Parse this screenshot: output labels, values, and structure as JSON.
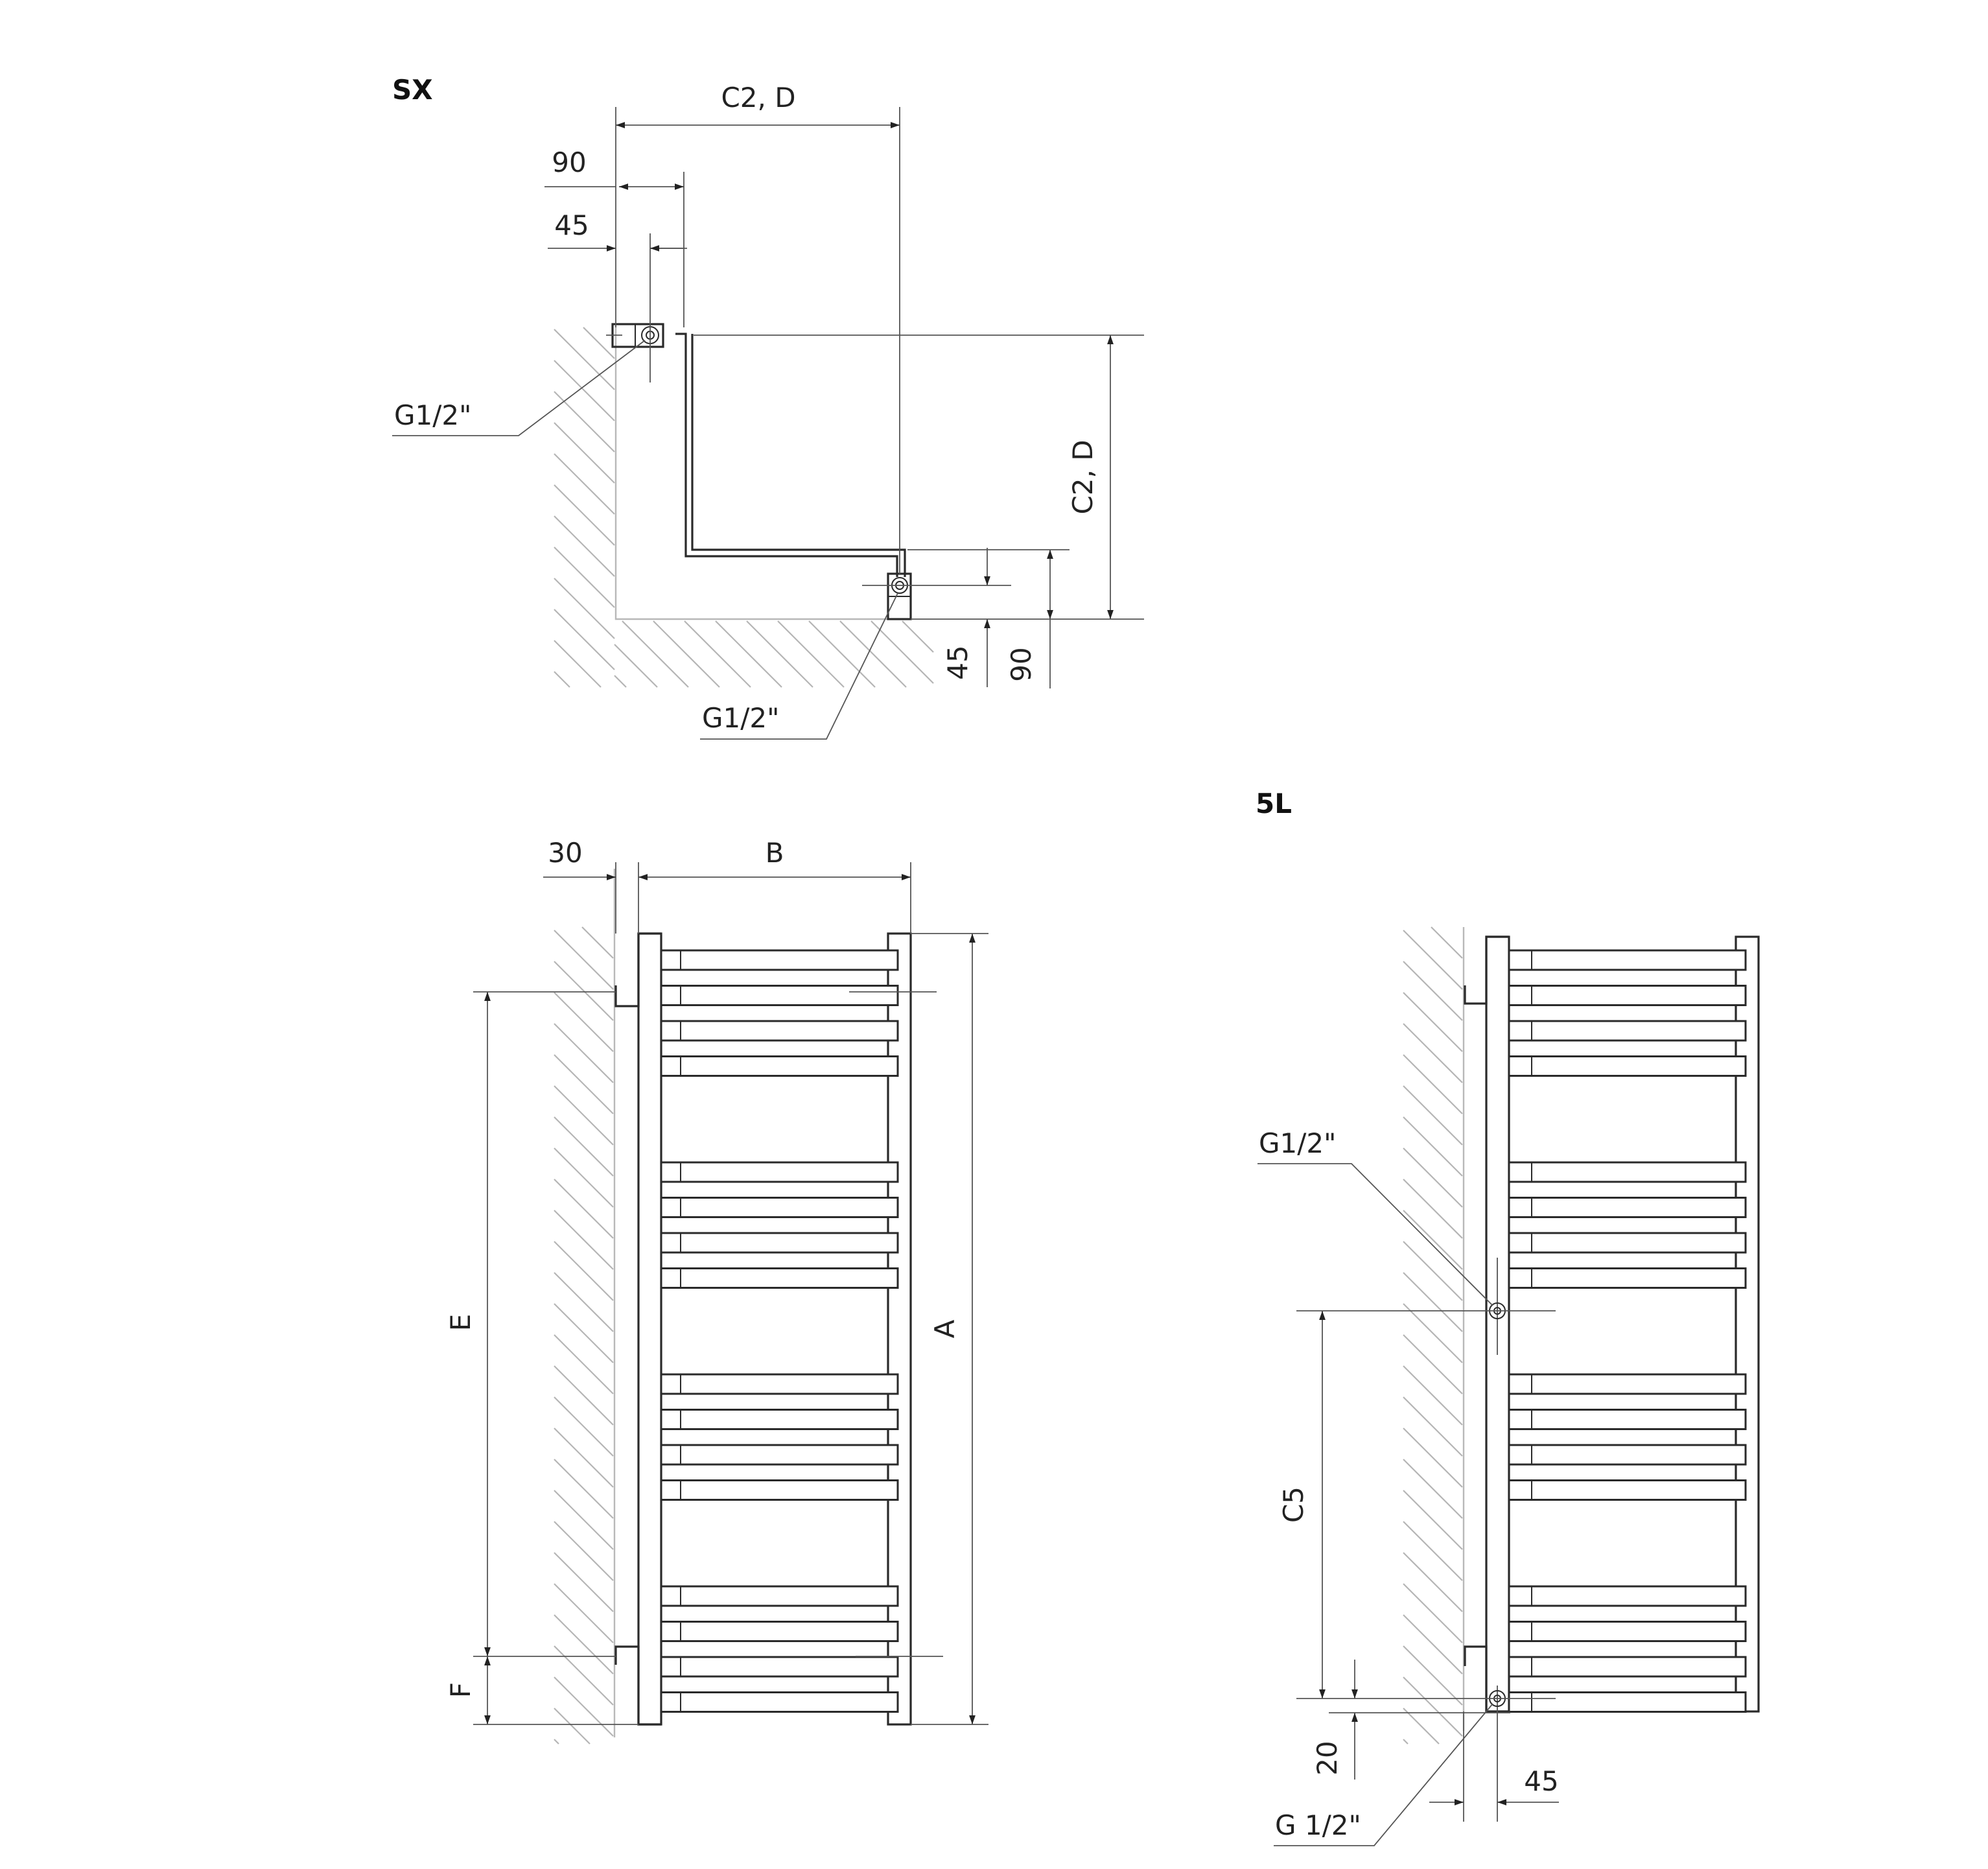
{
  "titles": {
    "sx": "SX",
    "five_l": "5L"
  },
  "sx_view": {
    "dim_top": "C2, D",
    "dim_90_top": "90",
    "dim_45_top": "45",
    "dim_right": "C2, D",
    "dim_45_right": "45",
    "dim_90_right": "90",
    "conn_upper": "G1/2\"",
    "conn_lower": "G1/2\""
  },
  "front_view": {
    "dim_30": "30",
    "dim_b": "B",
    "dim_a": "A",
    "dim_e": "E",
    "dim_f": "F"
  },
  "side_5l_view": {
    "conn_upper": "G1/2\"",
    "conn_lower": "G 1/2\"",
    "dim_c5": "C5",
    "dim_20": "20",
    "dim_45": "45"
  }
}
